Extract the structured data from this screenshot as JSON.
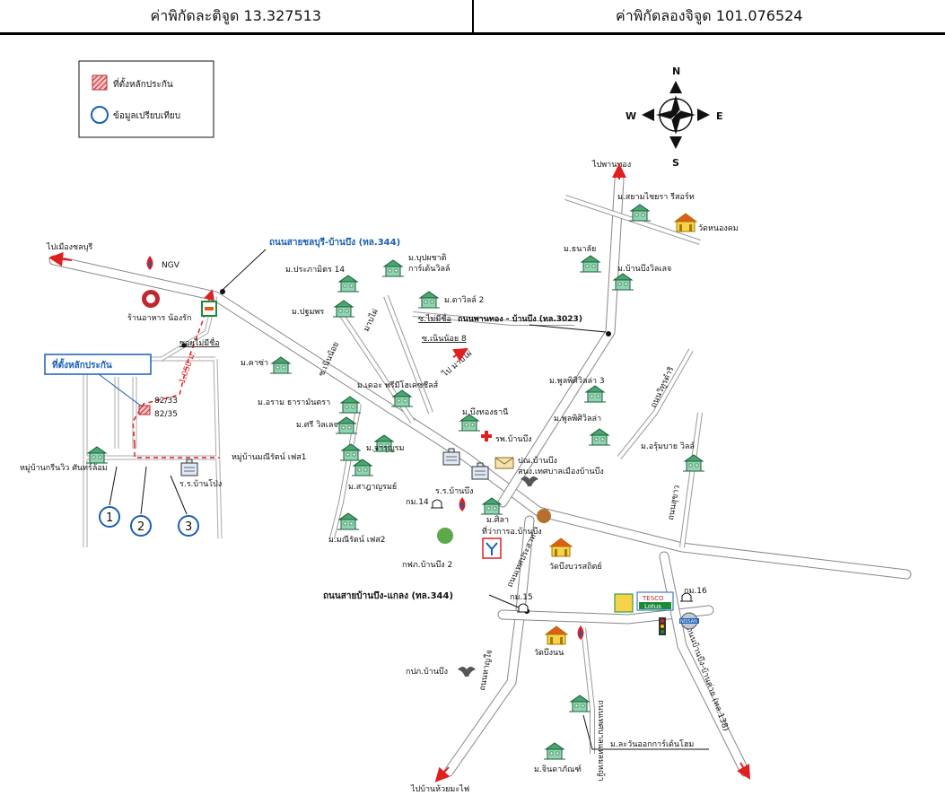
{
  "header": {
    "latitude": "ค่าพิกัดละติจูด 13.327513",
    "longitude": "ค่าพิกัดลองจิจูด 101.076524"
  },
  "legend": {
    "collateral": "ที่ตั้งหลักประกัน",
    "comparison": "ข้อมูลเปรียบเทียบ"
  },
  "compass": {
    "n": "N",
    "s": "S",
    "e": "E",
    "w": "W"
  },
  "directions": {
    "to_phanthong": "ไปพานทอง",
    "to_chonburi": "ไปเมืองชลบุรี",
    "to_huai_yai": "ไปบ้านห้วยมะไฟ",
    "to_mabpai": "ไป มาบไผ่"
  },
  "roads": {
    "chonburi_banbueng": "ถนนสายชลบุรี-บ้านบึง (ทล.344)",
    "banbueng_klaeng": "ถนนสายบ้านบึง-แกลง (ทล.344)",
    "phanthong_banbueng": "ถนนพานทอง - บ้านบึง (ทล.3023)",
    "no_name_1": "ซอยไม่มีชื่อ",
    "no_name_2": "ซ.ไม่มีชื่อ",
    "soi_noi_8": "ซ.เนินน้อย 8",
    "soi_noi": "ซ.เนินน้อย",
    "mabpai": "มาบไผ่",
    "rd_surasri": "ถนนวิทูรดำริ",
    "rd_sukhumvit": "ถนนสุขาว",
    "rd_banbueng_banklong": "ถนนบ้านบึง-บ้านค่าย (ทล.138)",
    "rd_khunprachasan": "ถนนเทศประสาท",
    "rd_pratabeng": "ถนนหาญใจ",
    "rd_east": "ถนนเทศบาลแหลมหญ้า"
  },
  "collateral": {
    "label": "ที่ตั้งหลักประกัน",
    "plot_a": "82/33",
    "plot_b": "82/35",
    "distance": "1,050 ม."
  },
  "comparisons": [
    "1",
    "2",
    "3"
  ],
  "places": {
    "ngv": "NGV",
    "restaurant": "ร้านอาหาร\nน้องรัก",
    "prapamit": "ม.ประภามิตร 14",
    "bupachat": "ม.บุปผชาติ",
    "garden_ville": "การ์เด้นวิลล์",
    "pathumporn": "ม.ปฐมพร",
    "dawville": "ม.ดาวิลล์ 2",
    "siamsabai": "ม.สยามไชยรา รีสอร์ท",
    "wat_nong": "วัดหนองคม",
    "thanalak": "ม.ธนาลัย",
    "banbueng_village": "ม.บ้านบึงวิลเลจ",
    "kasa": "ม.คาซ่า",
    "the_prim": "ม.เดอะ พรีมีโฮเคซชีลส์",
    "pulpisin3": "ม.พูลพิศิวิลล่า 3",
    "pulpisin": "ม.พูลพิศิวิลล่า",
    "aram": "ม.อราม ธารามันตรา",
    "sri": "ม.ศรี วิลเลจ",
    "bungthong": "ม.บึงทองธานี",
    "hospital": "รพ.บ้านบึง",
    "post": "ปณ.บ้านบึง",
    "municipal": "สนง.เทศบาลเมืองบ้านบึง",
    "moobaan_manirat1": "หมู่บ้านมณีรัตน์ เฟส1",
    "charuenrom": "ม.จารุญรม",
    "asumai": "ม.อรุ้มบาย วิลล์",
    "green_ville": "หมู่บ้านกรีนวิว ศันทร์ล้อม",
    "school": "ร.ร.บ้านโป่ง",
    "sasarin": "ม.สาฎาญรมย์",
    "banbueng_school": "ร.ร.บ้านบึง",
    "kor14": "กม.14",
    "sila": "ม.ศิลา",
    "district": "ที่ว่าการอ.บ้านบึง",
    "manirat2": "ม.มณีรัตน์ เฟส2",
    "pea": "กฟภ.บ้านบึง 2",
    "wat_bueng": "วัดบึงบวรสถิตย์",
    "kor15": "กม.15",
    "kor16": "กม.16",
    "wat_bueng_na": "วัดบึงนน",
    "police": "กปภ.บ้านบึง",
    "tesco": "TESCO",
    "lotus": "Lotus",
    "nissan": "NISSAN",
    "laemthong": "ม.ละวันออกการ์เด้นโฮม",
    "chinda": "ม.จินดาภัณฑ์"
  }
}
